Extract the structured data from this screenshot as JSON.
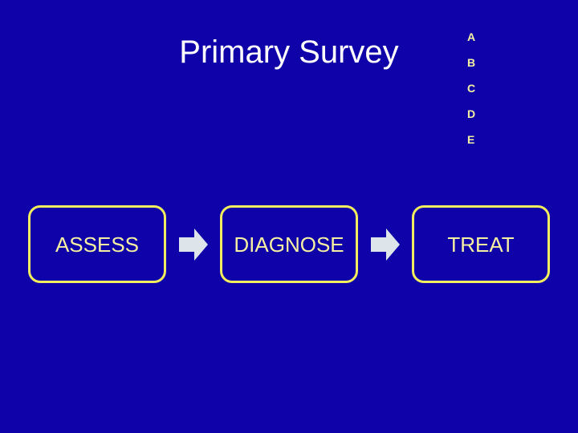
{
  "slide": {
    "background_color": "#0e02a8",
    "title": "Primary Survey",
    "title_color": "#ffffff"
  },
  "mnemonic": {
    "name": "ABCDE",
    "color": "#f6f0a2",
    "items": [
      {
        "label": "A"
      },
      {
        "label": "B"
      },
      {
        "label": "C"
      },
      {
        "label": "D"
      },
      {
        "label": "E"
      }
    ]
  },
  "process_flow": {
    "box_border_color": "#f2ed5c",
    "box_text_color": "#f6f0a2",
    "arrow_color": "#dde5ea",
    "steps": [
      {
        "label": "ASSESS"
      },
      {
        "label": "DIAGNOSE"
      },
      {
        "label": "TREAT"
      }
    ],
    "connectors": [
      {
        "icon": "right-arrow-icon"
      },
      {
        "icon": "right-arrow-icon"
      }
    ]
  }
}
